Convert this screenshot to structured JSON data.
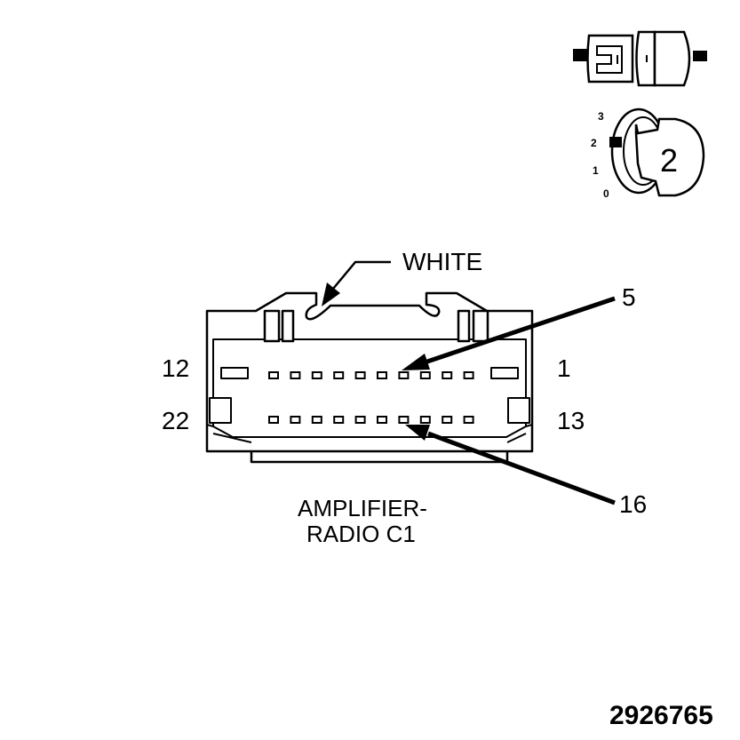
{
  "connector": {
    "color_label": "WHITE",
    "name_line1": "AMPLIFIER-",
    "name_line2": "RADIO C1"
  },
  "pins": {
    "top_left": "12",
    "top_right": "1",
    "bottom_left": "22",
    "bottom_right": "13",
    "callout_upper": "5",
    "callout_lower": "16"
  },
  "view_indicator": {
    "key_number": "2",
    "scale_3": "3",
    "scale_2": "2",
    "scale_1": "1",
    "scale_0": "0"
  },
  "figure_id": "2926765"
}
